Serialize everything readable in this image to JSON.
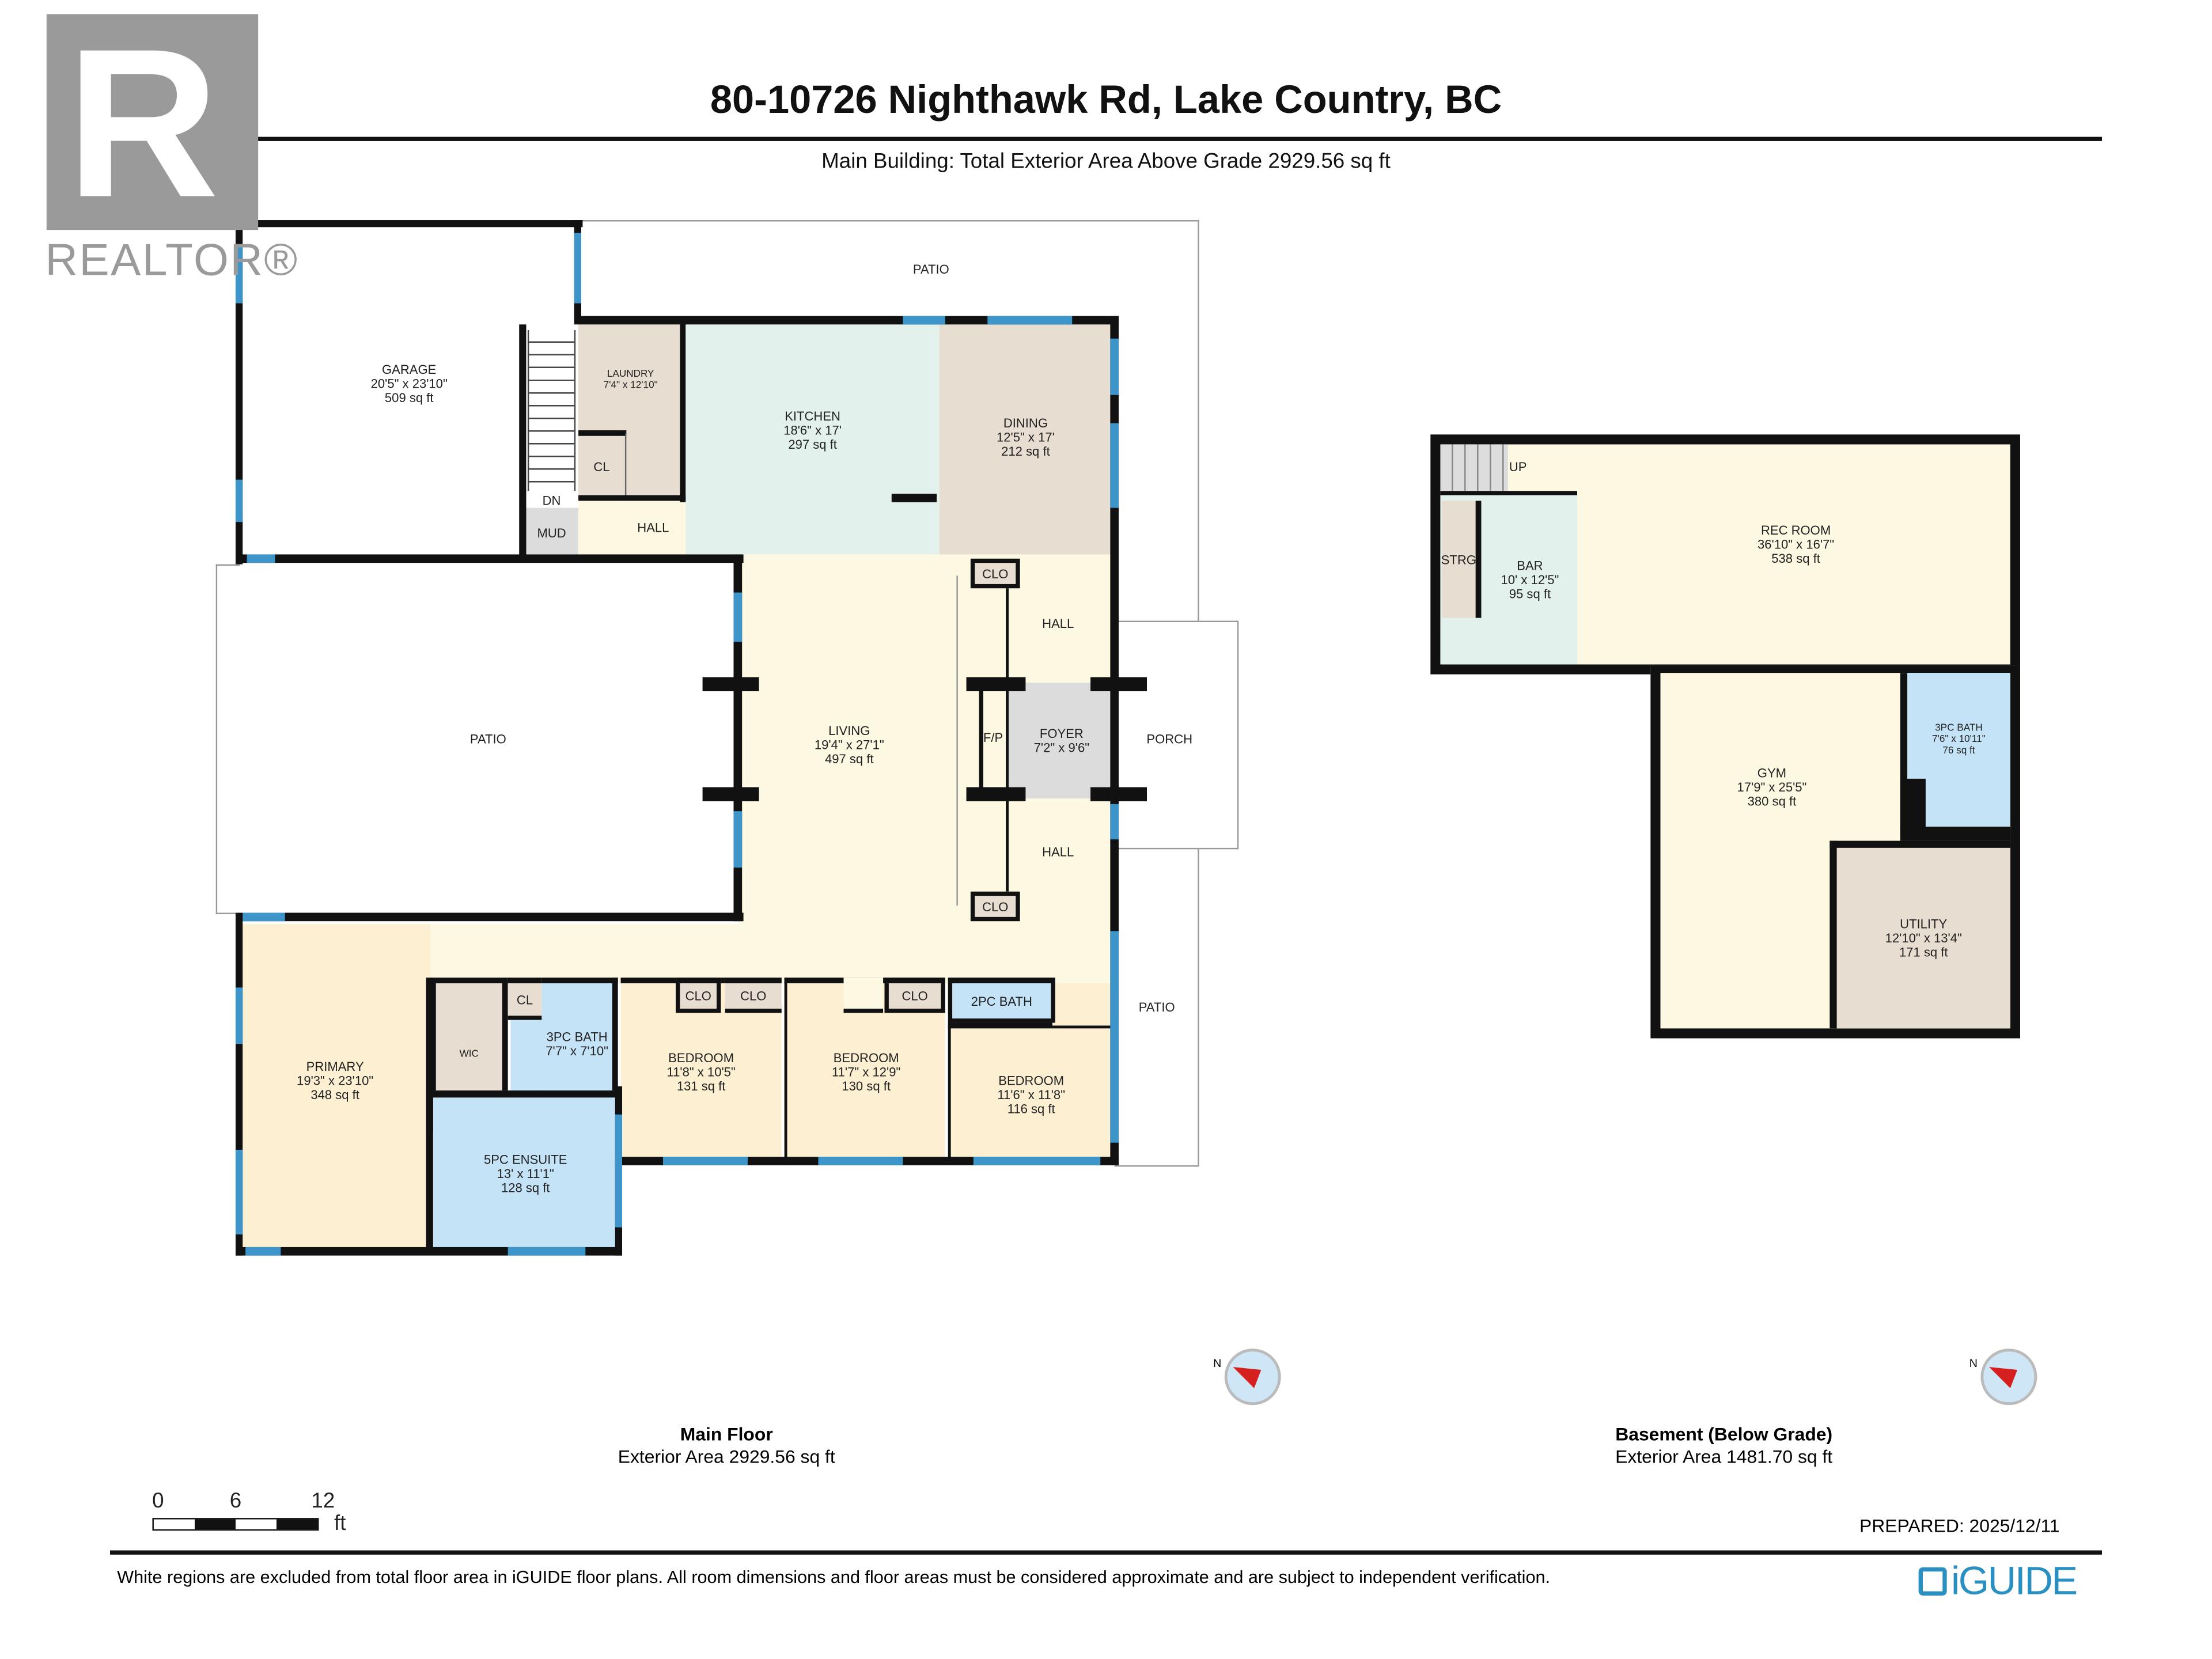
{
  "header": {
    "title": "80-10726 Nighthawk Rd, Lake Country, BC",
    "subtitle": "Main Building: Total Exterior Area Above Grade 2929.56 sq ft"
  },
  "logo": {
    "letter": "R",
    "text": "REALTOR®",
    "color": "#999999"
  },
  "colors": {
    "wall": "#111111",
    "window": "#3d95c9",
    "cream": "#fcf8e2",
    "peach": "#fcefd2",
    "tan": "#e8ddd1",
    "mint": "#e3f1ec",
    "blue": "#c4e3f7",
    "gray": "#dcdcdc"
  },
  "main_floor": {
    "title": "Main Floor",
    "area": "Exterior Area 2929.56 sq ft",
    "rooms": [
      {
        "name": "GARAGE",
        "dims": "20'5\" x 23'10\"",
        "area": "509 sq ft"
      },
      {
        "name": "LAUNDRY",
        "dims": "7'4\" x 12'10\""
      },
      {
        "name": "KITCHEN",
        "dims": "18'6\" x 17'",
        "area": "297 sq ft"
      },
      {
        "name": "DINING",
        "dims": "12'5\" x 17'",
        "area": "212 sq ft"
      },
      {
        "name": "LIVING",
        "dims": "19'4\" x 27'1\"",
        "area": "497 sq ft"
      },
      {
        "name": "FOYER",
        "dims": "7'2\" x 9'6\""
      },
      {
        "name": "PRIMARY",
        "dims": "19'3\" x 23'10\"",
        "area": "348 sq ft"
      },
      {
        "name": "3PC BATH",
        "dims": "7'7\" x 7'10\""
      },
      {
        "name": "5PC ENSUITE",
        "dims": "13' x 11'1\"",
        "area": "128 sq ft"
      },
      {
        "name": "BEDROOM",
        "dims": "11'8\" x 10'5\"",
        "area": "131 sq ft"
      },
      {
        "name": "BEDROOM",
        "dims": "11'7\" x 12'9\"",
        "area": "130 sq ft"
      },
      {
        "name": "BEDROOM",
        "dims": "11'6\" x 11'8\"",
        "area": "116 sq ft"
      }
    ],
    "labels": {
      "patio_top": "PATIO",
      "patio_left": "PATIO",
      "patio_right": "PATIO",
      "porch": "PORCH",
      "hall_top": "HALL",
      "hall_upper": "HALL",
      "hall_lower": "HALL",
      "mud": "MUD",
      "dn": "DN",
      "cl_laundry": "CL",
      "cl_primary": "CL",
      "clo_upper": "CLO",
      "clo_lower": "CLO",
      "clo_bed1a": "CLO",
      "clo_bed1b": "CLO",
      "clo_bed2": "CLO",
      "wic": "WIC",
      "bath2pc": "2PC BATH",
      "fp": "F/P"
    }
  },
  "basement": {
    "title": "Basement (Below Grade)",
    "area": "Exterior Area 1481.70 sq ft",
    "rooms": [
      {
        "name": "REC ROOM",
        "dims": "36'10\" x 16'7\"",
        "area": "538 sq ft"
      },
      {
        "name": "BAR",
        "dims": "10' x 12'5\"",
        "area": "95 sq ft"
      },
      {
        "name": "GYM",
        "dims": "17'9\" x 25'5\"",
        "area": "380 sq ft"
      },
      {
        "name": "3PC BATH",
        "dims": "7'6\" x 10'11\"",
        "area": "76 sq ft"
      },
      {
        "name": "UTILITY",
        "dims": "12'10\" x 13'4\"",
        "area": "171 sq ft"
      }
    ],
    "labels": {
      "strg": "STRG",
      "up": "UP"
    }
  },
  "compass": {
    "letter": "N",
    "icon": "compass-icon"
  },
  "scale_bar": {
    "ticks": [
      "0",
      "6",
      "12"
    ],
    "unit": "ft"
  },
  "prepared": "PREPARED: 2025/12/11",
  "footer": {
    "disclaimer": "White regions are excluded from total floor area in iGUIDE floor plans. All room dimensions and floor areas must be considered approximate and are subject to independent verification.",
    "brand": "iGUIDE",
    "brand_color": "#2a8fc1"
  }
}
